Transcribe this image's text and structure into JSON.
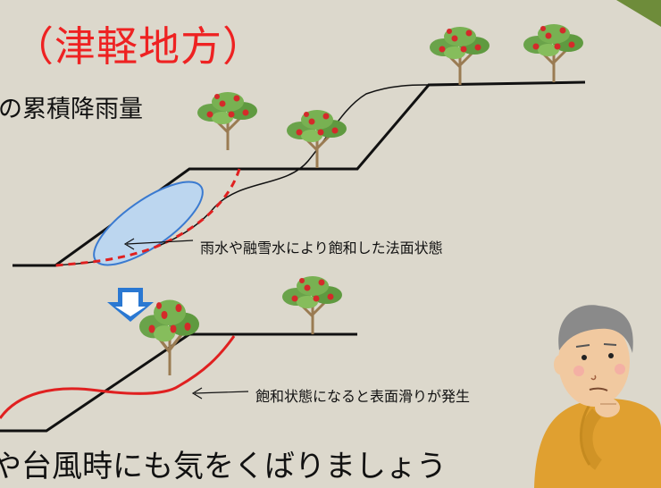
{
  "title": "（津軽地方）",
  "subtitle": "の累積降雨量",
  "annotations": {
    "saturated_slope": "雨水や融雪水により飽和した法面状態",
    "surface_slide": "飽和状態になると表面滑りが発生"
  },
  "footer": "や台風時にも気をくばりましょう",
  "colors": {
    "background": "#dcd8cc",
    "title": "#ee2222",
    "slip_line": "#e02020",
    "water": "#bcd6ef",
    "arrow": "#2a78d2",
    "corner_green": "#6e8c3a"
  },
  "icons": [
    "apple-tree-icon",
    "down-arrow-icon",
    "thinking-man-icon"
  ]
}
